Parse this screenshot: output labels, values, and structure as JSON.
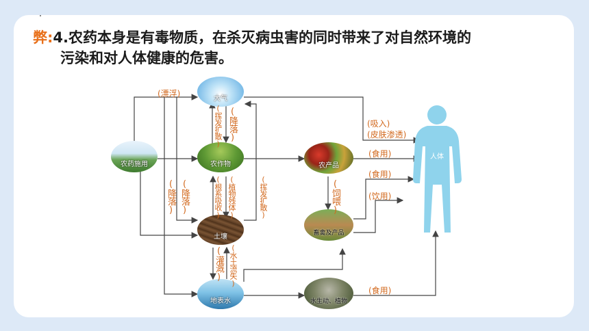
{
  "title": {
    "tag": "弊:",
    "line1": "4.农药本身是有毒物质，在杀灭病虫害的同时带来了对自然环境的",
    "line2": "污染和对人体健康的危害。"
  },
  "nodes": {
    "atmosphere": "大气",
    "pesticide": "农药施用",
    "crop": "农作物",
    "soil": "土壤",
    "surface_water": "地表水",
    "agri_product": "农产品",
    "livestock": "畜禽及产品",
    "aquatic": "水生动、植物",
    "human": "人体"
  },
  "edge_labels": {
    "float": "(漂浮)",
    "volatilize_left": "(挥发扩散)",
    "fall_top": "(降落)",
    "fall_left": "(降落)",
    "fall_mid": "(降落)",
    "root_absorb": "(根系吸收)",
    "plant_residue": "(植物残体)",
    "volatilize_right": "(挥发扩散)",
    "irrigation": "(灌溉)",
    "soil_erosion": "(水土流失)",
    "feed": "(饲喂)",
    "inhale": "(吸入)",
    "skin": "(皮肤渗透)",
    "eat1": "(食用)",
    "eat2": "(食用)",
    "drink": "(饮用)",
    "eat3": "(食用)"
  },
  "colors": {
    "accent": "#e8701a",
    "label": "#d2691e",
    "line": "#444444",
    "human": "#8fd3ec"
  }
}
